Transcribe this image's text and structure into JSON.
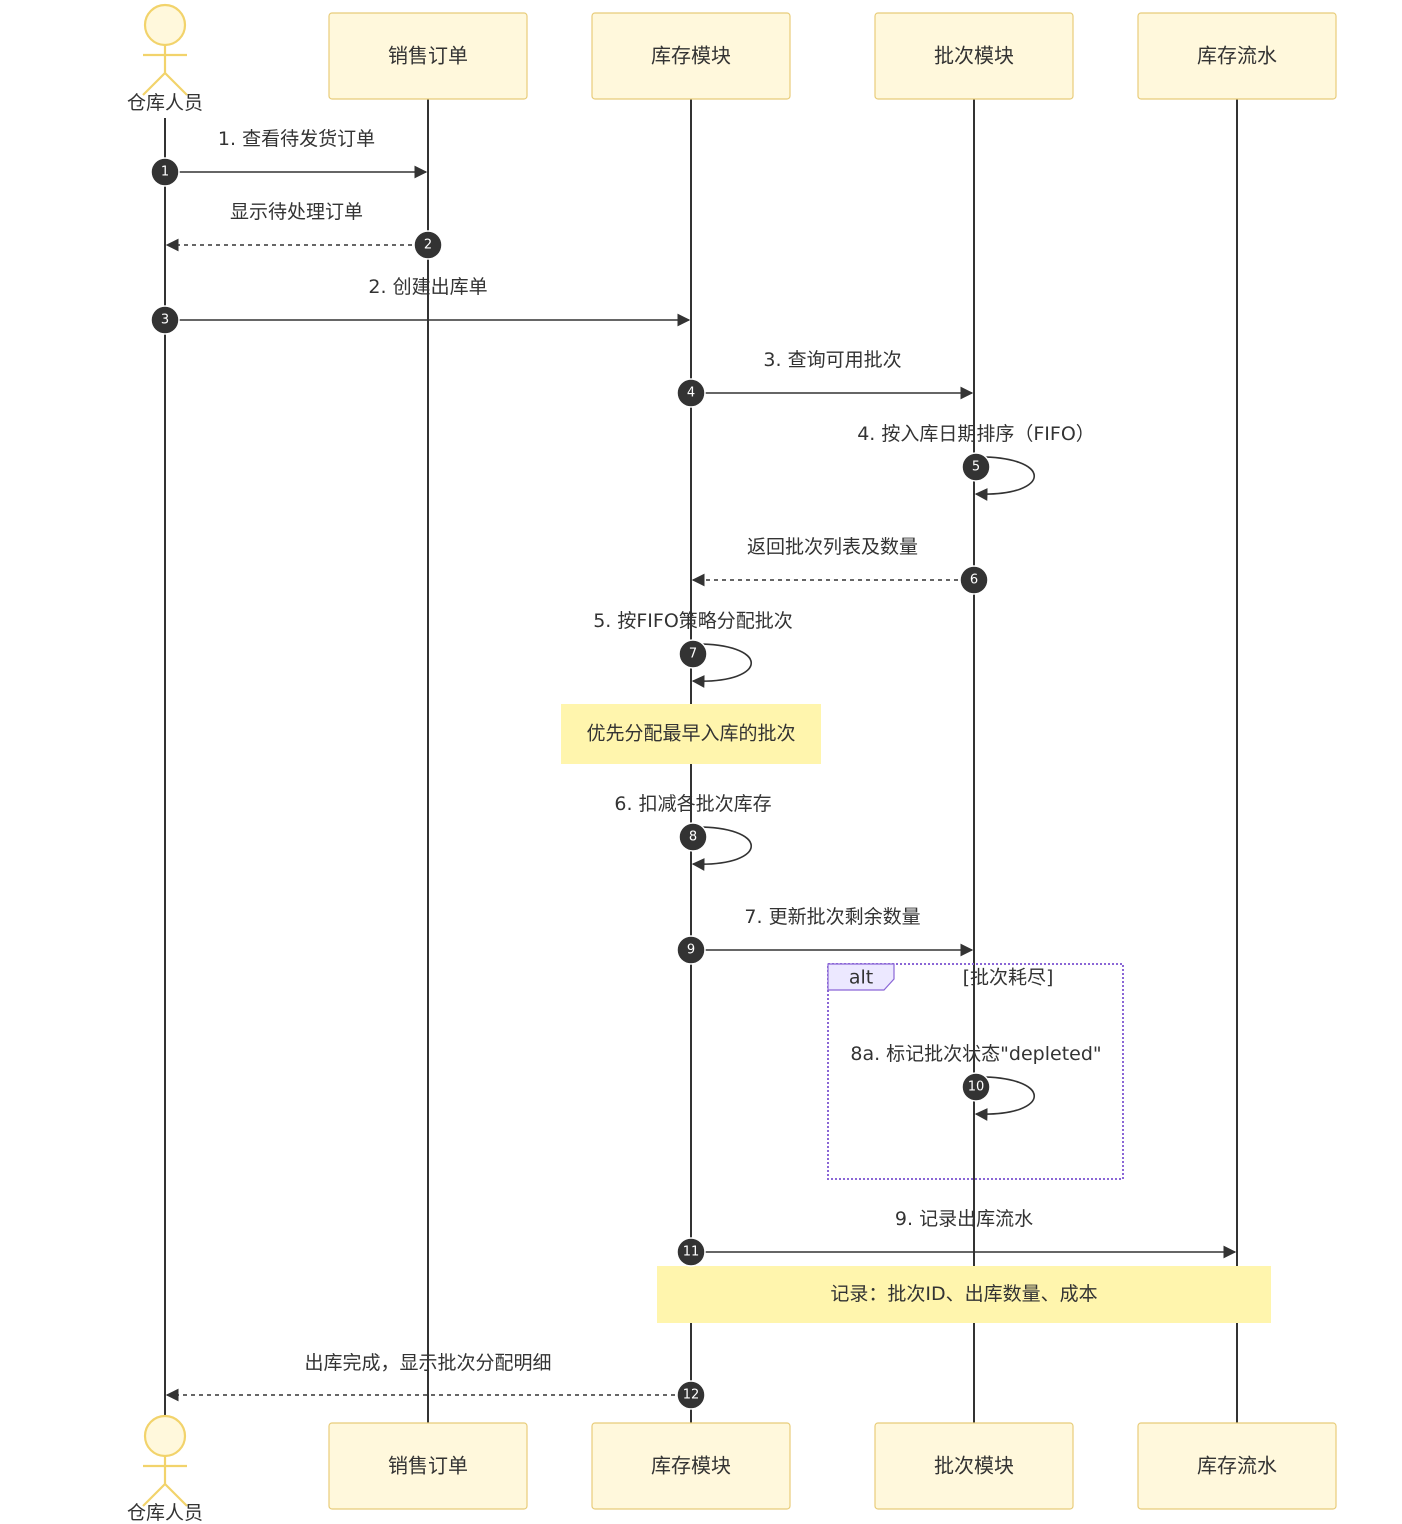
{
  "participants": [
    {
      "id": "warehouse",
      "label": "仓库人员",
      "kind": "actor"
    },
    {
      "id": "sales",
      "label": "销售订单",
      "kind": "box"
    },
    {
      "id": "inventory",
      "label": "库存模块",
      "kind": "box"
    },
    {
      "id": "batch",
      "label": "批次模块",
      "kind": "box"
    },
    {
      "id": "ledger",
      "label": "库存流水",
      "kind": "box"
    }
  ],
  "messages": [
    {
      "num": "1",
      "from": "warehouse",
      "to": "sales",
      "label": "1. 查看待发货订单",
      "style": "solid"
    },
    {
      "num": "2",
      "from": "sales",
      "to": "warehouse",
      "label": "显示待处理订单",
      "style": "dashed"
    },
    {
      "num": "3",
      "from": "warehouse",
      "to": "inventory",
      "label": "2. 创建出库单",
      "style": "solid"
    },
    {
      "num": "4",
      "from": "inventory",
      "to": "batch",
      "label": "3. 查询可用批次",
      "style": "solid"
    },
    {
      "num": "5",
      "from": "batch",
      "to": "batch",
      "label": "4. 按入库日期排序（FIFO）",
      "style": "self"
    },
    {
      "num": "6",
      "from": "batch",
      "to": "inventory",
      "label": "返回批次列表及数量",
      "style": "dashed"
    },
    {
      "num": "7",
      "from": "inventory",
      "to": "inventory",
      "label": "5. 按FIFO策略分配批次",
      "style": "self"
    },
    {
      "num": "8",
      "from": "inventory",
      "to": "inventory",
      "label": "6. 扣减各批次库存",
      "style": "self"
    },
    {
      "num": "9",
      "from": "inventory",
      "to": "batch",
      "label": "7. 更新批次剩余数量",
      "style": "solid"
    },
    {
      "num": "10",
      "from": "batch",
      "to": "batch",
      "label": "8a. 标记批次状态\"depleted\"",
      "style": "self"
    },
    {
      "num": "11",
      "from": "inventory",
      "to": "ledger",
      "label": "9. 记录出库流水",
      "style": "solid"
    },
    {
      "num": "12",
      "from": "inventory",
      "to": "warehouse",
      "label": "出库完成，显示批次分配明细",
      "style": "dashed"
    }
  ],
  "notes": [
    {
      "text": "优先分配最早入库的批次"
    },
    {
      "text": "记录：批次ID、出库数量、成本"
    }
  ],
  "alt": {
    "keyword": "alt",
    "condition": "[批次耗尽]"
  },
  "colors": {
    "participant_fill": "#fff8dc",
    "participant_border": "#e8cc7a",
    "note_fill": "#fff5ad",
    "alt_border": "#8a66d6",
    "line": "#333333"
  }
}
